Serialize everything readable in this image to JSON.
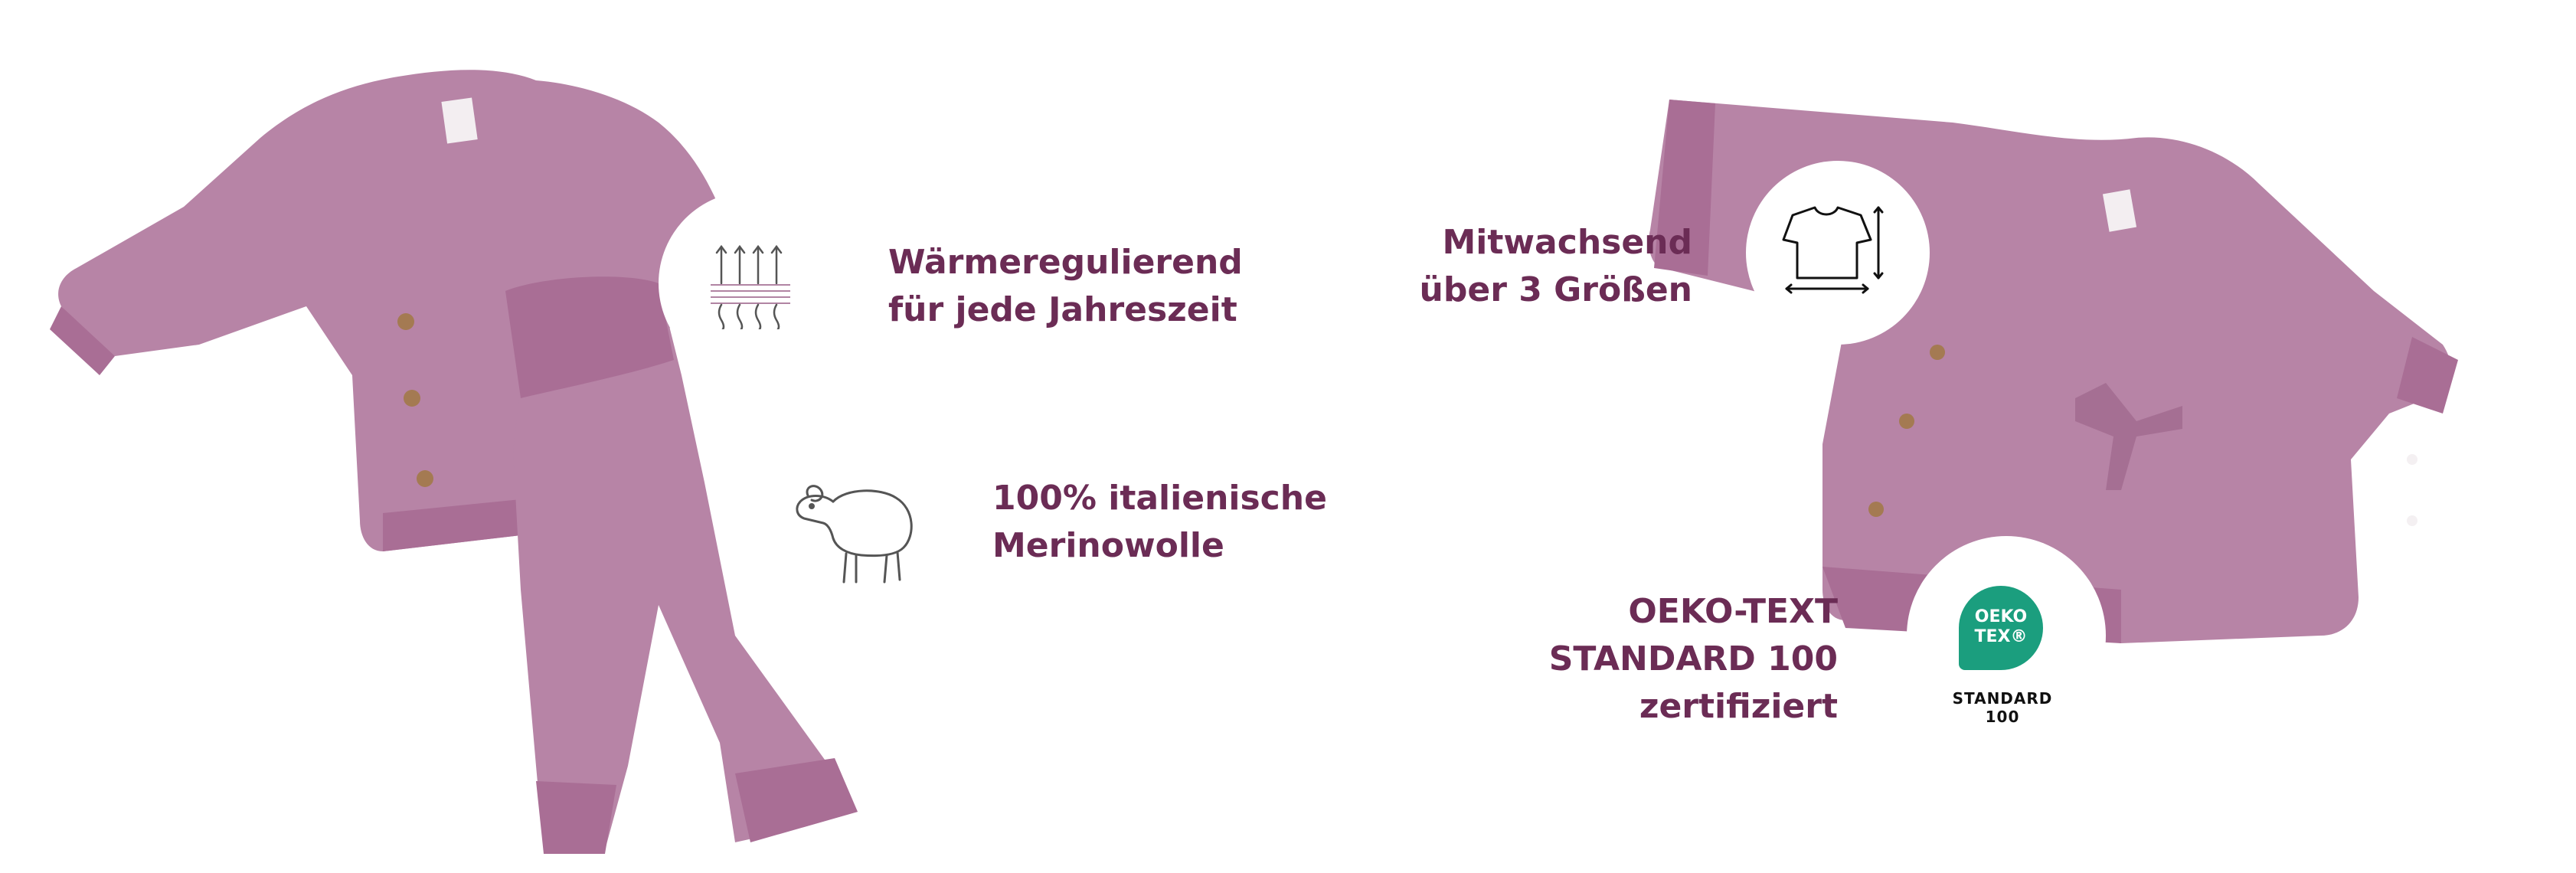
{
  "features": {
    "warmth": {
      "line1": "Wärmeregulierend",
      "line2": "für jede Jahreszeit"
    },
    "merino": {
      "line1": "100% italienische",
      "line2": "Merinowolle"
    },
    "growing": {
      "line1": "Mitwachsend",
      "line2": "über 3 Größen"
    },
    "oeko": {
      "line1": "OEKO-TEXT",
      "line2": "STANDARD 100",
      "line3": "zertifiziert"
    }
  },
  "badge": {
    "top1": "OEKO",
    "top2": "TEX®",
    "bottom1": "STANDARD",
    "bottom2": "100"
  },
  "icons": [
    "heat-regulation-icon",
    "sheep-icon",
    "tshirt-size-icon",
    "oeko-tex-logo"
  ],
  "colors": {
    "text": "#6b2c55",
    "garment": "#b784a6",
    "badge": "#1b9e7e"
  }
}
